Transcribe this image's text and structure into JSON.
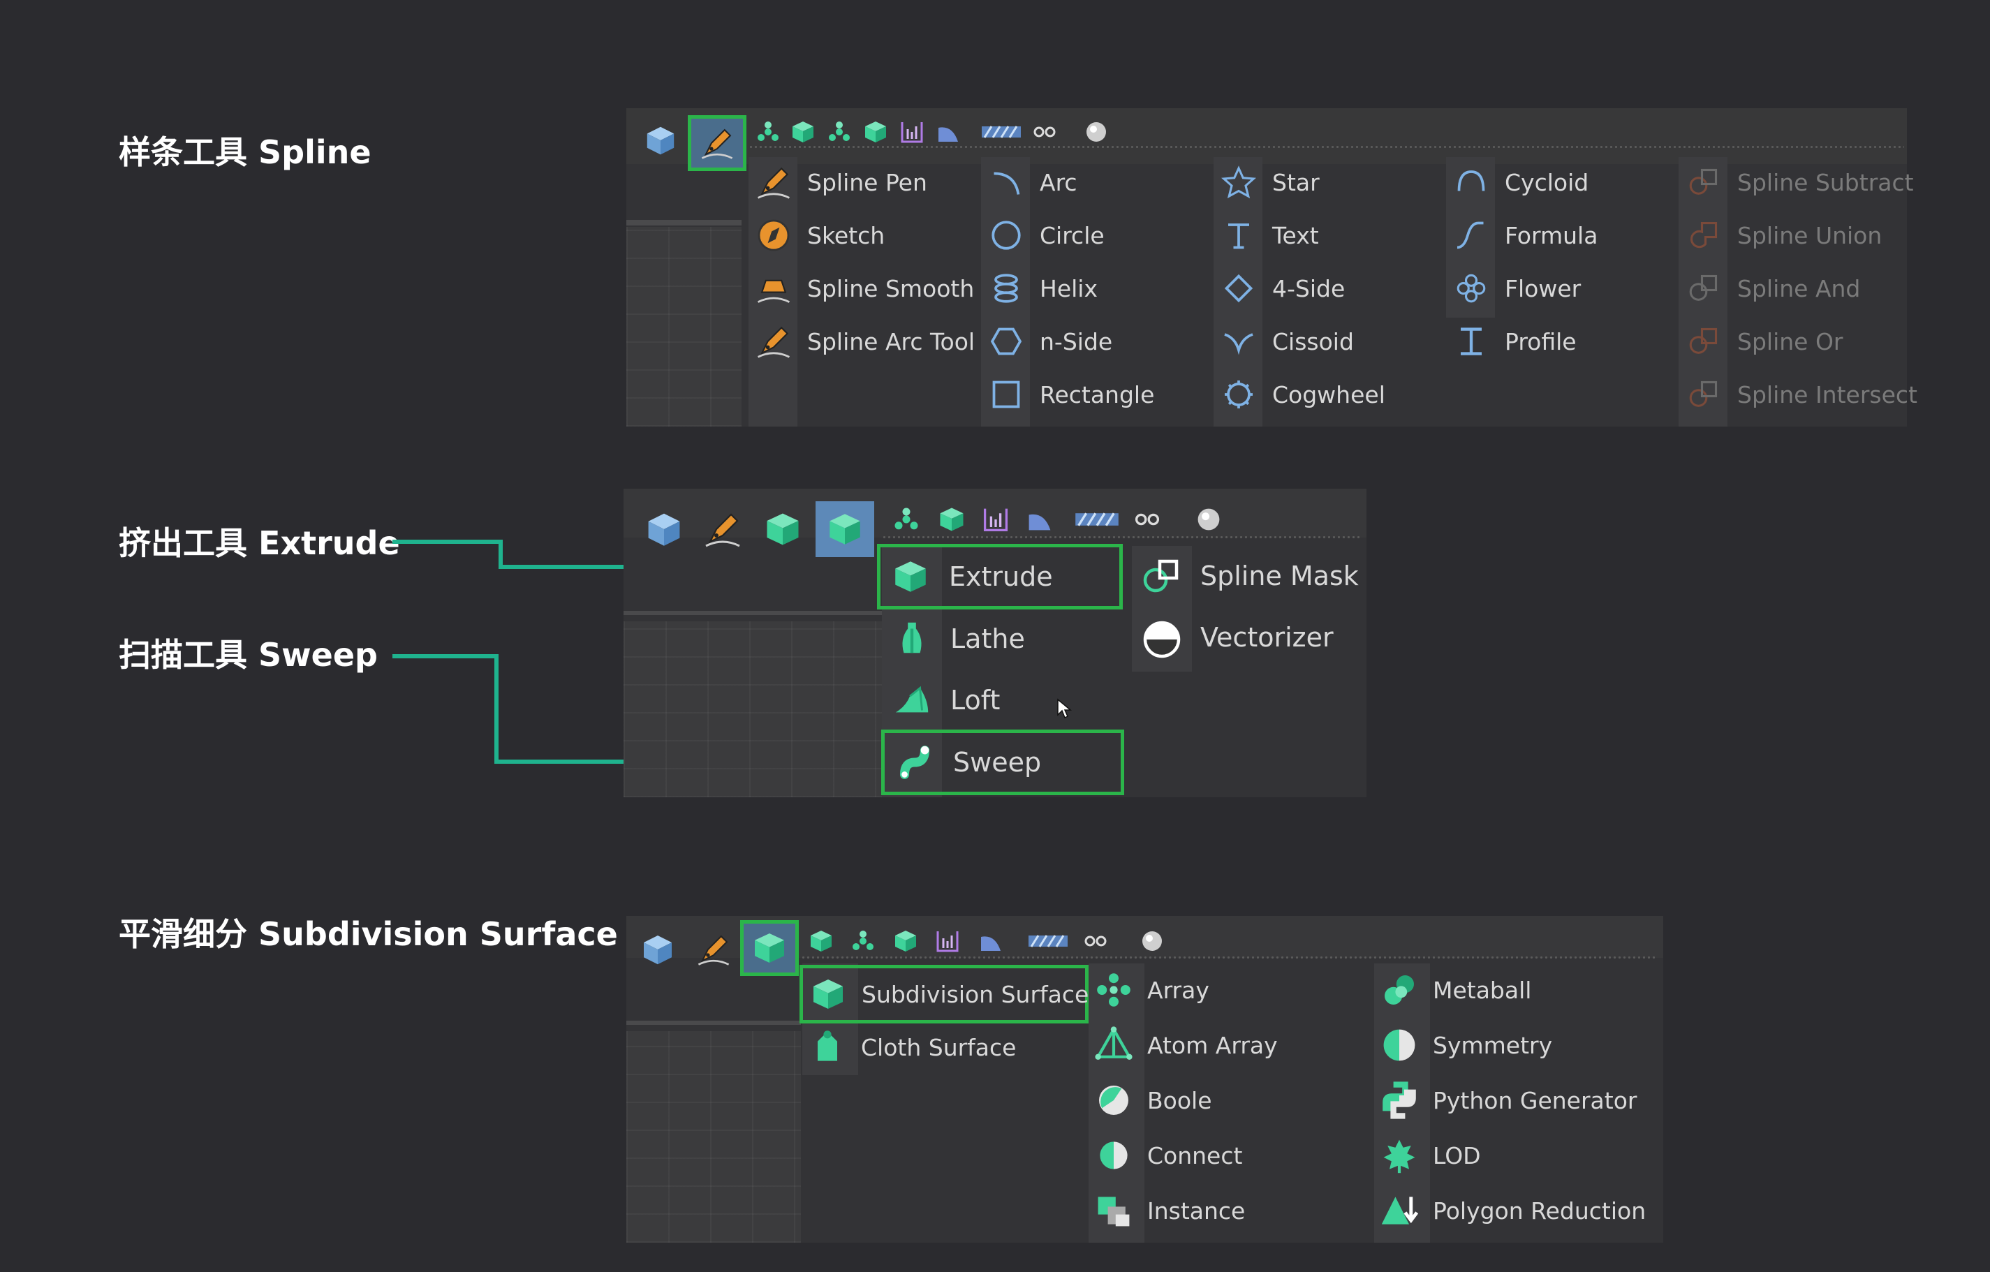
{
  "labels": {
    "spline": "样条工具 Spline",
    "extrude": "挤出工具 Extrude",
    "sweep": "扫描工具 Sweep",
    "subdivision": "平滑细分 Subdivision Surface"
  },
  "spline_menu": {
    "col1": [
      "Spline Pen",
      "Sketch",
      "Spline Smooth",
      "Spline Arc Tool"
    ],
    "col2": [
      "Arc",
      "Circle",
      "Helix",
      "n-Side",
      "Rectangle"
    ],
    "col3": [
      "Star",
      "Text",
      "4-Side",
      "Cissoid",
      "Cogwheel"
    ],
    "col4": [
      "Cycloid",
      "Formula",
      "Flower",
      "Profile"
    ],
    "col5": [
      "Spline Subtract",
      "Spline Union",
      "Spline And",
      "Spline Or",
      "Spline Intersect"
    ]
  },
  "generator_menu": {
    "col1": [
      "Extrude",
      "Lathe",
      "Loft",
      "Sweep"
    ],
    "col2": [
      "Spline Mask",
      "Vectorizer"
    ]
  },
  "subdivision_menu": {
    "col1": [
      "Subdivision Surface",
      "Cloth Surface"
    ],
    "col2": [
      "Array",
      "Atom Array",
      "Boole",
      "Connect",
      "Instance"
    ],
    "col3": [
      "Metaball",
      "Symmetry",
      "Python Generator",
      "LOD",
      "Polygon Reduction"
    ]
  },
  "colors": {
    "background": "#2b2b2f",
    "panel": "#333336",
    "highlight_border": "#2bb54a",
    "connector": "#1fb38e",
    "orange_icon": "#e8932d",
    "blue_icon": "#7fb2e5",
    "green_icon": "#3ed39a"
  }
}
